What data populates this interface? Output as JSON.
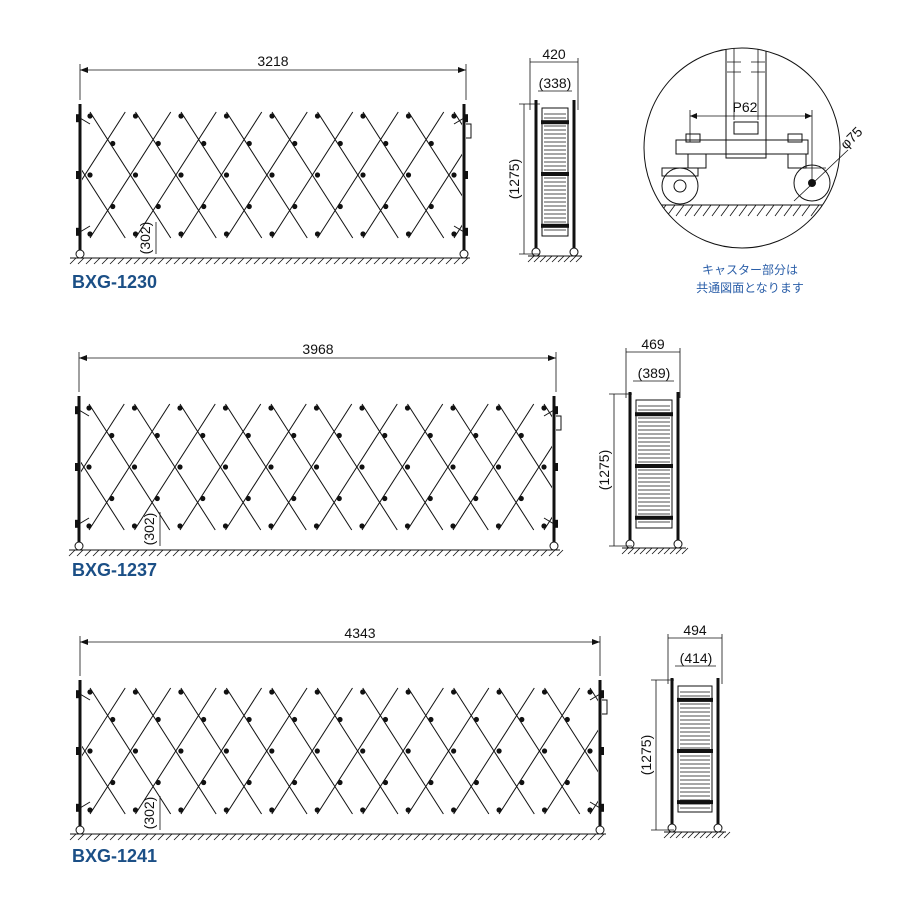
{
  "gates": [
    {
      "model": "BXG-1230",
      "width": "3218",
      "base_height": "(302)",
      "depth": "420",
      "inner_depth": "(338)",
      "height": "(1275)"
    },
    {
      "model": "BXG-1237",
      "width": "3968",
      "base_height": "(302)",
      "depth": "469",
      "inner_depth": "(389)",
      "height": "(1275)"
    },
    {
      "model": "BXG-1241",
      "width": "4343",
      "base_height": "(302)",
      "depth": "494",
      "inner_depth": "(414)",
      "height": "(1275)"
    }
  ],
  "caster_detail": {
    "pitch_label": "P62",
    "wheel_label": "φ75",
    "note_line1": "キャスター部分は",
    "note_line2": "共通図面となります"
  },
  "colors": {
    "model_label": "#1b4f86",
    "note_text": "#2a5ea8",
    "line": "#111111"
  }
}
